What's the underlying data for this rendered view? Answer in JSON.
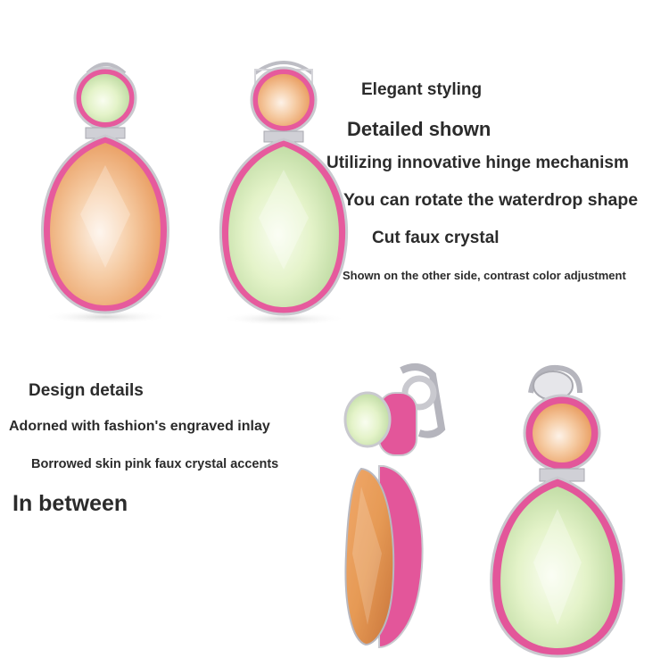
{
  "top_features": {
    "line1": "Elegant styling",
    "line2": "Detailed shown",
    "line3": "Utilizing innovative hinge mechanism",
    "line4": "You can rotate the waterdrop shape",
    "line5": "Cut faux crystal",
    "line6": "Shown on the other side, contrast color adjustment"
  },
  "bottom_features": {
    "heading": "Design details",
    "line1": "Adorned with fashion's engraved inlay",
    "line2": "Borrowed skin pink faux crystal accents",
    "line3": "In between"
  },
  "colors": {
    "peach_crystal": "#f2b98a",
    "mint_crystal": "#dff0c4",
    "pink_pave": "#e3569a",
    "silver_setting": "#c9c9cf"
  }
}
